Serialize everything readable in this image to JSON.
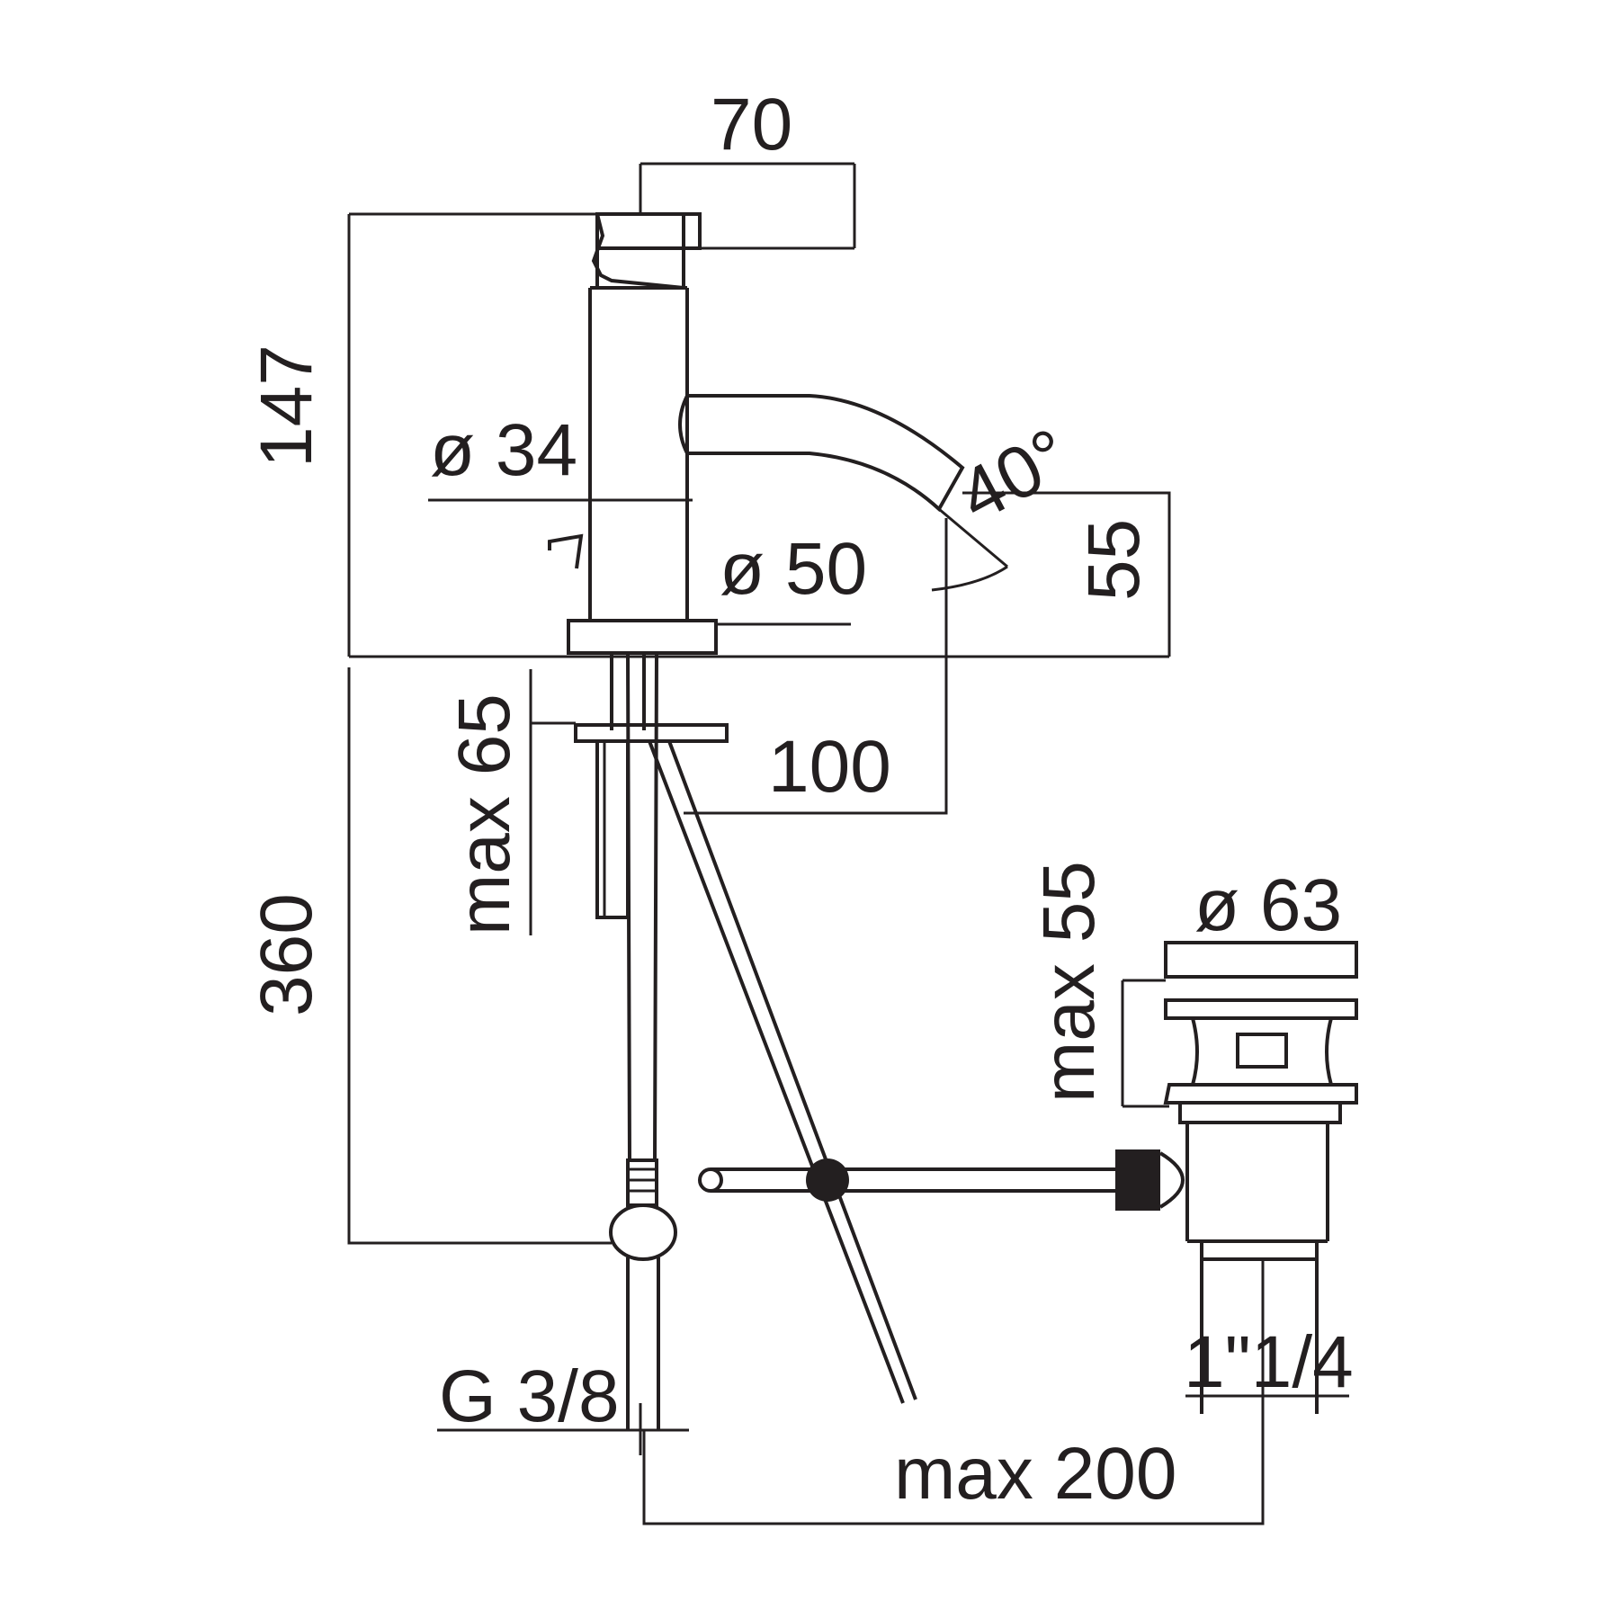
{
  "dimensions": {
    "handle_length": "70",
    "total_height": "147",
    "body_diameter": "ø 34",
    "base_diameter": "ø 50",
    "spout_angle": "40°",
    "spout_height": "55",
    "spout_reach": "100",
    "max_deck_thickness": "max 65",
    "hose_length": "360",
    "connection_thread": "G 3/8",
    "rod_length": "max 200",
    "waste_diameter": "ø 63",
    "waste_thickness": "max 55",
    "waste_thread": "1\"1/4"
  },
  "colors": {
    "ink": "#231f20",
    "background": "#ffffff"
  }
}
